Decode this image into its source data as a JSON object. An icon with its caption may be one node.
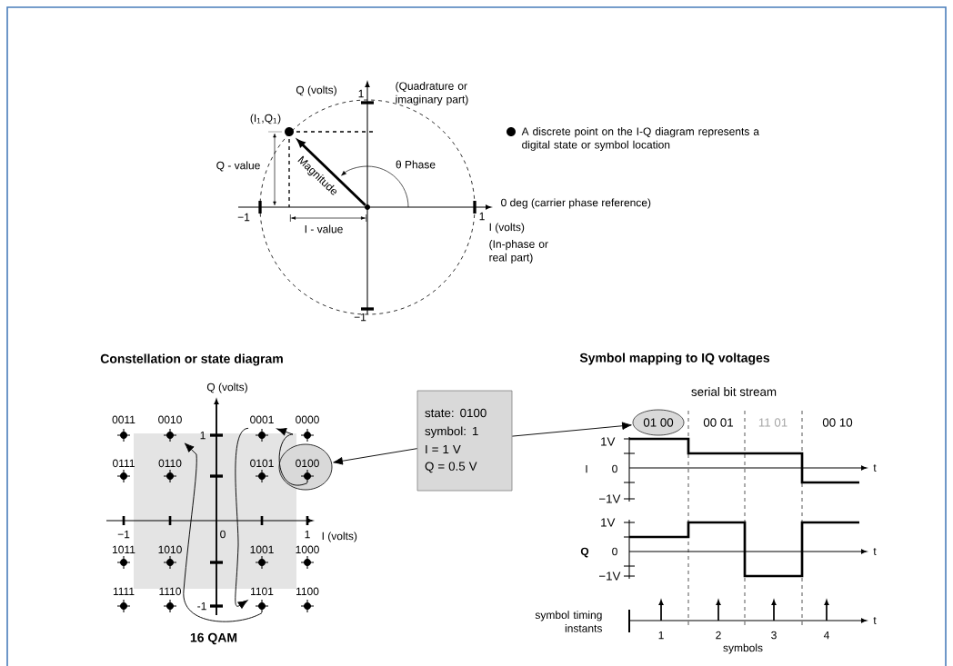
{
  "diagram": {
    "nodes": [
      {
        "text": [],
        "shape": "circle",
        "beside": [
          "(I$_{1}$,Q$_{1}$)"
        ]
      },
      {
        "text": [],
        "shape": "circle"
      },
      {
        "text": [
          "0011"
        ]
      },
      {
        "text": [
          "0010"
        ]
      },
      {
        "text": [
          "0001"
        ]
      },
      {
        "text": [
          "0000"
        ]
      },
      {
        "text": [
          "0111"
        ]
      },
      {
        "text": [
          "0110"
        ]
      },
      {
        "text": [
          "0101"
        ]
      },
      {
        "text": [],
        "shape": "ellipse"
      },
      {
        "text": [
          "0100"
        ],
        "in": 9
      },
      {
        "text": [
          "1011"
        ]
      },
      {
        "text": [
          "1010"
        ]
      },
      {
        "text": [
          "1001"
        ]
      },
      {
        "text": [
          "1000"
        ]
      },
      {
        "text": [
          "1111"
        ]
      },
      {
        "text": [
          "1110"
        ]
      },
      {
        "text": [
          "1101"
        ]
      },
      {
        "text": [
          "1100"
        ]
      },
      {
        "text": [
          "state: 0100",
          "symbol: 1",
          "I = 1 V",
          "Q = 0.5 V"
        ]
      },
      {
        "text": [
          "01 00"
        ]
      }
    ],
    "edges": [
      {
        "from": 1,
        "to": 0,
        "arrow": "to",
        "label": "Magnitude",
        "style": "thick"
      },
      {
        "from": 19,
        "to": 9,
        "arrow": "to"
      },
      {
        "from": 19,
        "to": 20,
        "arrow": "to"
      },
      {
        "from": 10,
        "to": 4,
        "arrow": "to"
      },
      {
        "from": 4,
        "to": 17,
        "arrow": "to"
      },
      {
        "from": 17,
        "to": 3,
        "arrow": "to"
      }
    ],
    "labels": [
      "Q (volts)",
      "(Quadrature or imaginary part)",
      "1",
      "Q - value",
      "θ Phase",
      "0 deg (carrier phase reference)",
      "−1",
      "1",
      "I - value",
      "I (volts)",
      "(In-phase or real part)",
      "−1",
      "Constellation or state diagram",
      "Symbol mapping to IQ voltages",
      "Q (volts)",
      "serial bit stream",
      "00 01",
      "11 01",
      "00 10",
      "1",
      "1V",
      "I",
      "0",
      "t",
      "−1V",
      "1V",
      "−1",
      "0",
      "1",
      "I (volts)",
      "Q",
      "0",
      "t",
      "−1V",
      "-1",
      "symbol timing instants",
      "t",
      "1",
      "2",
      "3",
      "4",
      "symbols",
      "16 QAM"
    ],
    "legend": [
      {
        "text": "A discrete point on the I-Q diagram represents a digital state or symbol location"
      }
    ]
  }
}
